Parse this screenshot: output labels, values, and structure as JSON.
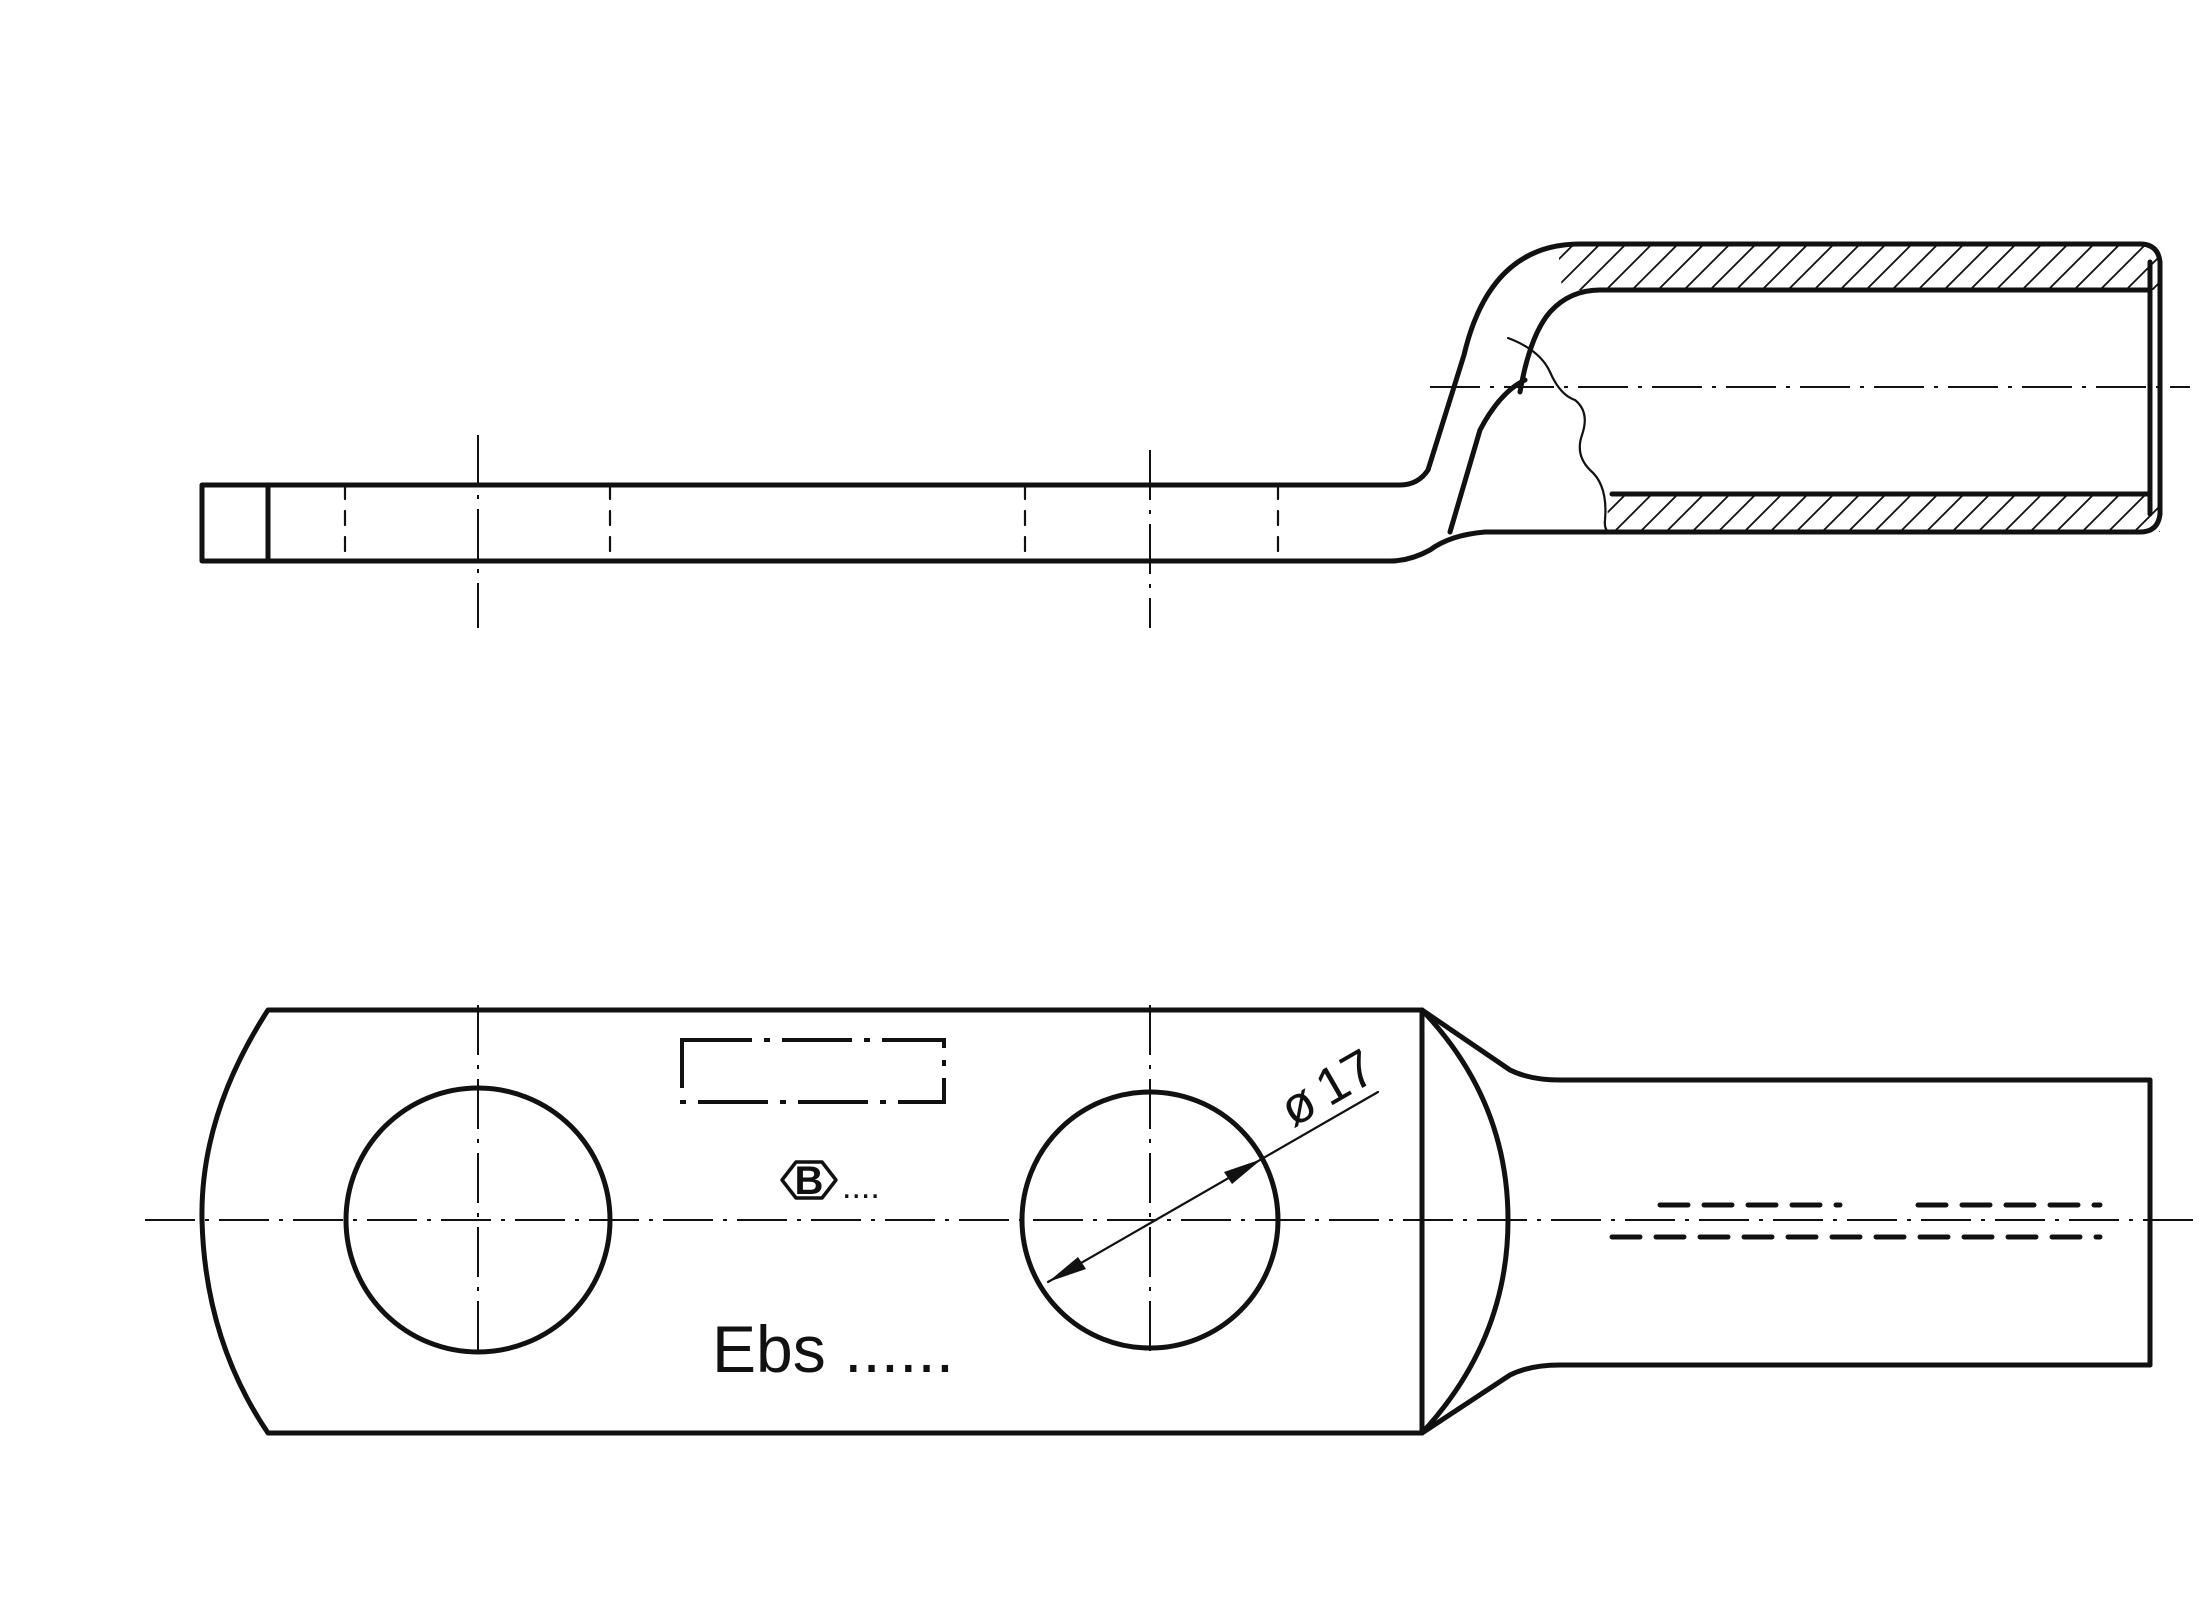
{
  "drawing": {
    "views": [
      "side-view",
      "top-view"
    ],
    "dimension": {
      "symbol": "ø",
      "value": "17"
    },
    "marking_text": "Ebs ......",
    "mark_suffix": "....",
    "logo_letter": "B",
    "line_color": "#111111",
    "background": "#ffffff"
  }
}
